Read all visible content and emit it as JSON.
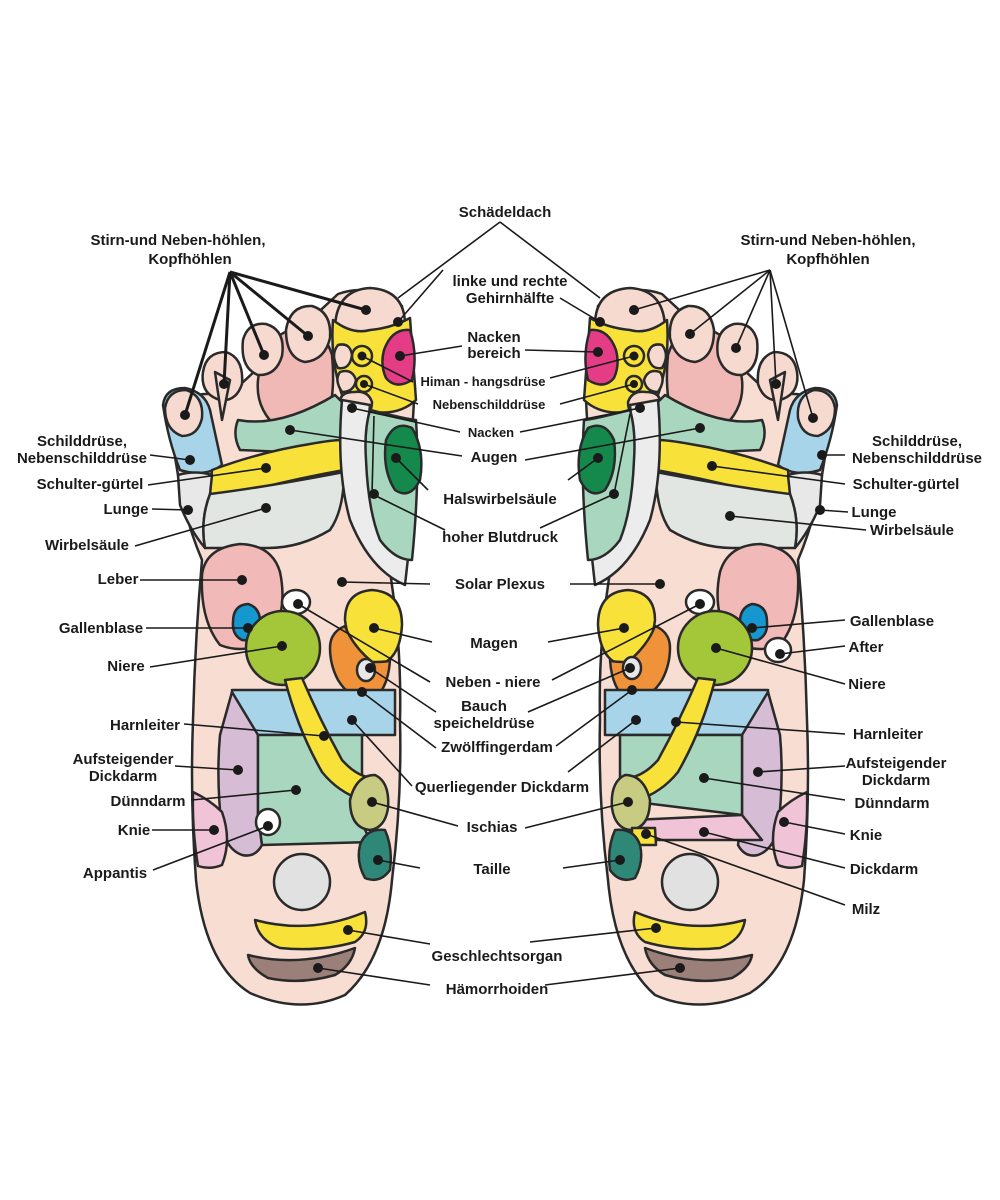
{
  "labels": {
    "schaedeldach": "Schädeldach",
    "stirn_left": "Stirn-und Neben-höhlen,",
    "kopf_left": "Kopfhöhlen",
    "stirn_right": "Stirn-und Neben-höhlen,",
    "kopf_right": "Kopfhöhlen",
    "gehirn1": "linke und rechte",
    "gehirn2": "Gehirnhälfte",
    "nacken1": "Nacken",
    "nacken2": "bereich",
    "hirnanhang": "Himan - hangsdrüse",
    "nebenschild": "Nebenschilddrüse",
    "nacken": "Nacken",
    "augen": "Augen",
    "halswirbel": "Halswirbelsäule",
    "blutdruck": "hoher Blutdruck",
    "solar": "Solar Plexus",
    "magen": "Magen",
    "nebenniere": "Neben - niere",
    "bauch1": "Bauch",
    "bauch2": "speicheldrüse",
    "zwoelf": "Zwölffingerdam",
    "querliegend": "Querliegender Dickdarm",
    "ischias": "Ischias",
    "taille": "Taille",
    "geschlecht": "Geschlechtsorgan",
    "haemorrhoiden": "Hämorrhoiden",
    "schild_l1": "Schilddrüse,",
    "schild_l2": "Nebenschilddrüse",
    "schulter_l": "Schulter-gürtel",
    "lunge_l": "Lunge",
    "wirbel_l": "Wirbelsäule",
    "leber": "Leber",
    "galle_l": "Gallenblase",
    "niere_l": "Niere",
    "harn_l": "Harnleiter",
    "aufst_l1": "Aufsteigender",
    "aufst_l2": "Dickdarm",
    "duenn_l": "Dünndarm",
    "knie_l": "Knie",
    "appantis": "Appantis",
    "schild_r1": "Schilddrüse,",
    "schild_r2": "Nebenschilddrüse",
    "schulter_r": "Schulter-gürtel",
    "lunge_r": "Lunge",
    "wirbel_r": "Wirbelsäule",
    "galle_r": "Gallenblase",
    "after": "After",
    "niere_r": "Niere",
    "harn_r": "Harnleiter",
    "aufst_r1": "Aufsteigender",
    "aufst_r2": "Dickdarm",
    "duenn_r": "Dünndarm",
    "knie_r": "Knie",
    "dickdarm": "Dickdarm",
    "milz": "Milz"
  },
  "colors": {
    "sole": "#f7ddd2",
    "toe": "#f6d9cf",
    "toe_pink": "#f0b9b5",
    "head_yellow": "#f8e23a",
    "magenta": "#e43d86",
    "light_blue": "#a8d4ea",
    "mint": "#a8d6be",
    "dark_green": "#14894b",
    "lung_gray": "#e2e6e2",
    "outer_gray": "#e8e8e8",
    "liver_pink": "#f1b9b8",
    "gall_blue": "#1597cf",
    "kidney_green": "#a4c73a",
    "orange": "#f0923a",
    "colon_blue": "#a8d4ea",
    "colon_violet": "#d7bcd6",
    "intestine_green": "#a8d6be",
    "ischias_olive": "#c8cc82",
    "taille_teal": "#2f8877",
    "heel_gray": "#e1e1e1",
    "genital_yellow": "#f8e23a",
    "hemorrhoid_brown": "#9a8078",
    "knee_pink": "#f0c4d6",
    "ink": "#1a1a1a"
  }
}
